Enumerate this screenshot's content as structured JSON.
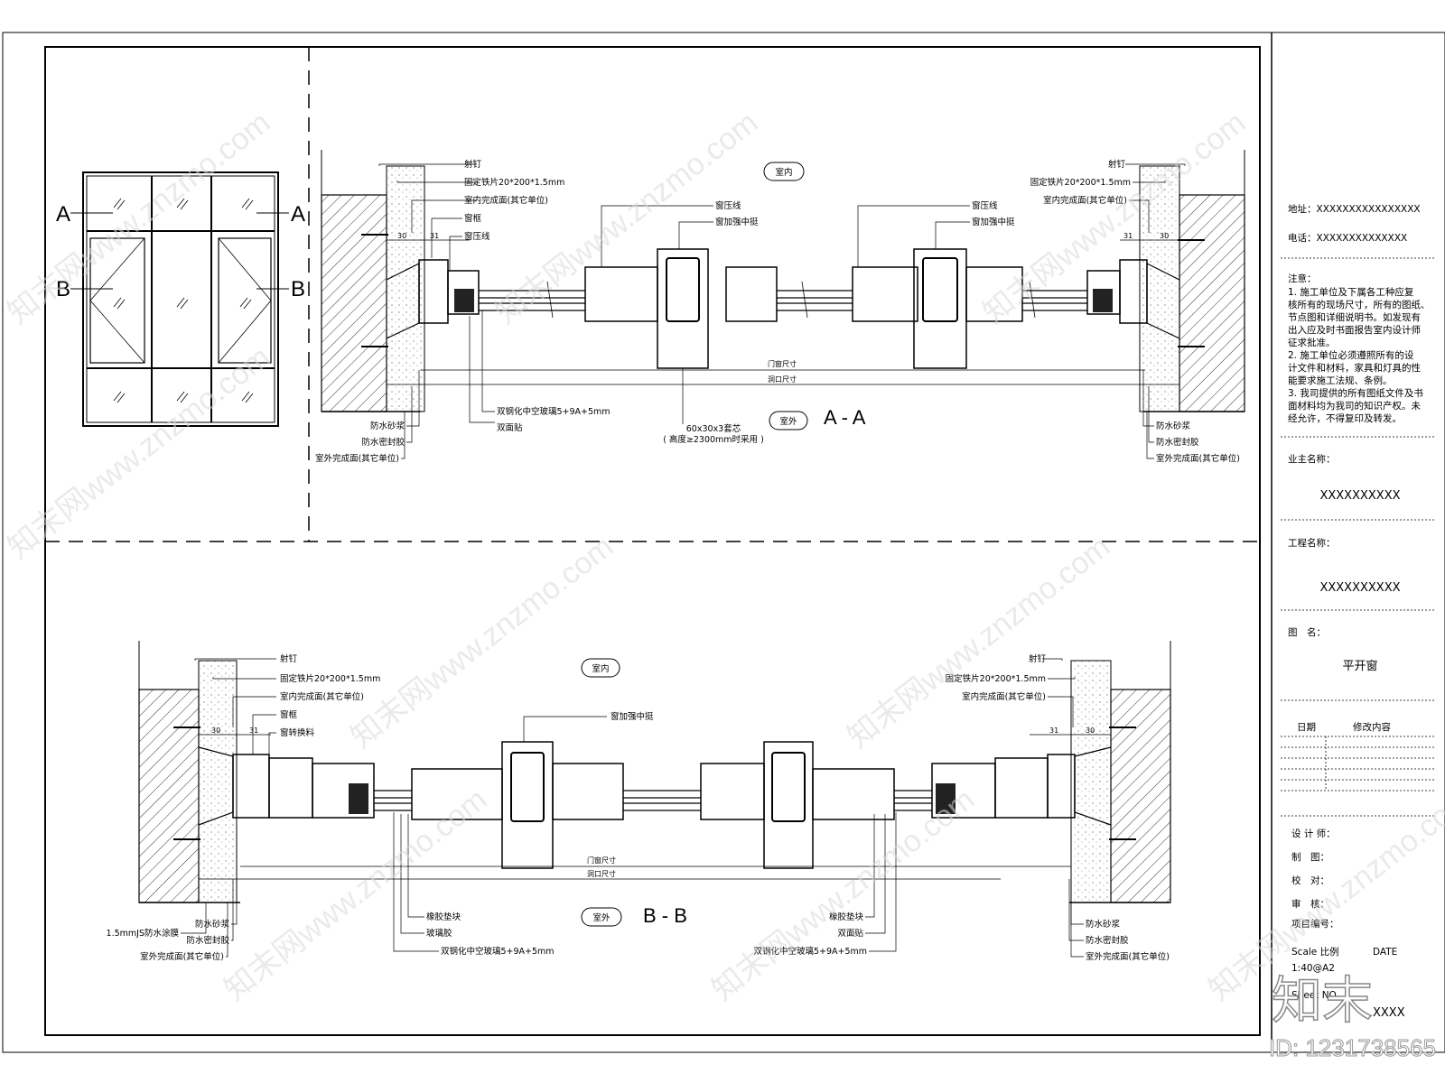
{
  "elevation": {
    "label_a": "A",
    "label_b": "B"
  },
  "section_aa": {
    "title": "A - A",
    "indoor": "室内",
    "outdoor": "室外",
    "left_labels": [
      "射钉",
      "固定铁片20*200*1.5mm",
      "室内完成面(其它单位)",
      "窗框",
      "窗压线"
    ],
    "right_labels": [
      "射钉",
      "固定铁片20*200*1.5mm",
      "室内完成面(其它单位)"
    ],
    "mid_labels": [
      "窗压线",
      "窗加强中挺"
    ],
    "mid2_labels": [
      "窗压线",
      "窗加强中挺"
    ],
    "bottom_left_labels": [
      "防水砂浆",
      "防水密封胶",
      "室外完成面(其它单位)"
    ],
    "bottom_right_labels": [
      "防水砂浆",
      "防水密封胶",
      "室外完成面(其它单位)"
    ],
    "glass": "双钢化中空玻璃5+9A+5mm",
    "tape": "双面贴",
    "core": "60x30x3套芯",
    "core_note": "( 高度≥2300mm时采用 )",
    "dim_window": "门窗尺寸",
    "dim_opening": "洞口尺寸",
    "dim_30": "30",
    "dim_31": "31"
  },
  "section_bb": {
    "title": "B - B",
    "indoor": "室内",
    "outdoor": "室外",
    "left_labels": [
      "射钉",
      "固定铁片20*200*1.5mm",
      "室内完成面(其它单位)",
      "窗框",
      "窗转换料"
    ],
    "right_labels": [
      "射钉",
      "固定铁片20*200*1.5mm",
      "室内完成面(其它单位)"
    ],
    "mid_label": "窗加强中挺",
    "bottom_left_labels": [
      "防水砂浆",
      "防水密封胶",
      "室外完成面(其它单位)"
    ],
    "js_membrane": "1.5mmJS防水涂膜",
    "bottom_right_labels": [
      "防水砂浆",
      "防水密封胶",
      "室外完成面(其它单位)"
    ],
    "mid_bottom_left": [
      "橡胶垫块",
      "玻璃胶",
      "双钢化中空玻璃5+9A+5mm"
    ],
    "mid_bottom_right": [
      "橡胶垫块",
      "双面贴",
      "双钢化中空玻璃5+9A+5mm"
    ],
    "dim_window": "门窗尺寸",
    "dim_opening": "洞口尺寸",
    "dim_30": "30",
    "dim_31": "31"
  },
  "title_block": {
    "address": "地址：XXXXXXXXXXXXXXXX",
    "phone": "电话：XXXXXXXXXXXXXX",
    "notes_title": "注意：",
    "notes": [
      "1.  施工单位及下属各工种应复",
      "核所有的现场尺寸，所有的图纸、",
      "节点图和详细说明书。如发现有",
      "出入应及时书面报告室内设计师",
      "征求批准。",
      "2.  施工单位必须遵照所有的设",
      "计文件和材料，家具和灯具的性",
      "能要求施工法规、条例。",
      "3.  我司提供的所有图纸文件及书",
      "面材料均为我司的知识产权。未",
      "经允许，不得复印及转发。"
    ],
    "owner_label": "业主名称：",
    "owner_value": "XXXXXXXXXX",
    "project_label": "工程名称：",
    "project_value": "XXXXXXXXXX",
    "drawing_label": "图　名：",
    "drawing_value": "平开窗",
    "date_label": "日期",
    "revision_label": "修改内容",
    "designer": "设 计 师：",
    "drafter": "制　图：",
    "checker": "校　对：",
    "reviewer": "审　核：",
    "project_no": "项目编号：",
    "scale_label": "Scale  比例",
    "date_en": "DATE",
    "scale_value": "1:40@A2",
    "sheet_no": "Sheet NO.",
    "sheet_value": "XXXX"
  },
  "watermarks": [
    "知末网www.znzmo.com"
  ],
  "brand": "知末",
  "image_id": "ID: 1231738565"
}
